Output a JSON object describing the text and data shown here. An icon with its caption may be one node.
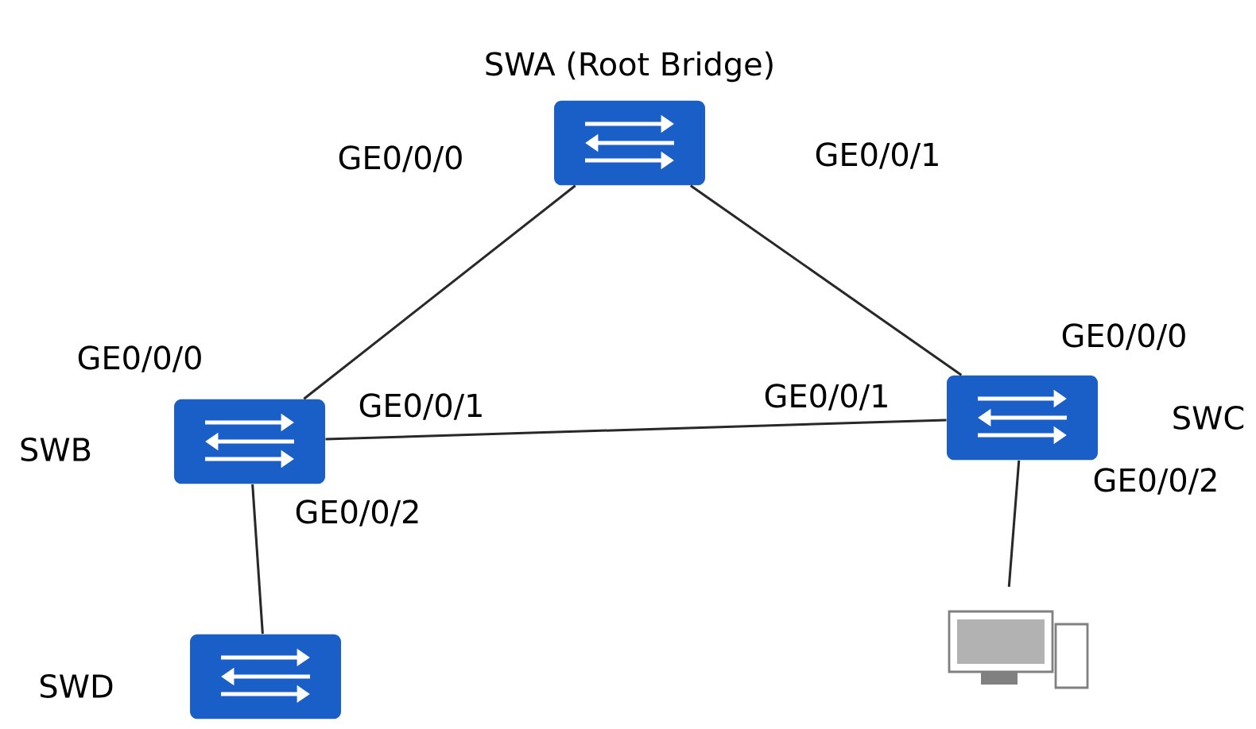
{
  "diagram": {
    "nodes": [
      {
        "text": [
          "SWA (Root Bridge)"
        ]
      },
      {
        "text": [
          "SWB"
        ]
      },
      {
        "text": [
          "SWC"
        ]
      },
      {
        "text": [
          "SWD"
        ]
      },
      {
        "text": [],
        "shape": "picture"
      }
    ],
    "edges": [
      {
        "from": 0,
        "to": 1,
        "arrow": "none"
      },
      {
        "from": 0,
        "to": 2,
        "arrow": "none"
      },
      {
        "from": 1,
        "to": 2,
        "arrow": "none"
      },
      {
        "from": 1,
        "to": 3,
        "arrow": "none"
      },
      {
        "from": 2,
        "to": 4,
        "arrow": "none"
      }
    ],
    "labels": [
      "GE0/0/0",
      "GE0/0/1",
      "GE0/0/0",
      "GE0/0/1",
      "GE0/0/1",
      "GE0/0/0",
      "GE0/0/2",
      "GE0/0/2"
    ]
  }
}
